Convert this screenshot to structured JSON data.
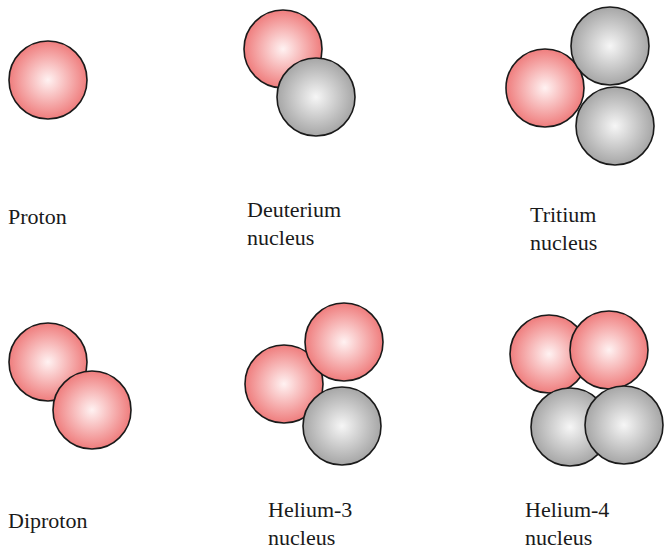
{
  "diagram": {
    "labels": [
      "Proton",
      "Deuterium nucleus",
      "Tritium nucleus",
      "Diproton",
      "Helium-3 nucleus",
      "Helium-4 nucleus"
    ]
  }
}
